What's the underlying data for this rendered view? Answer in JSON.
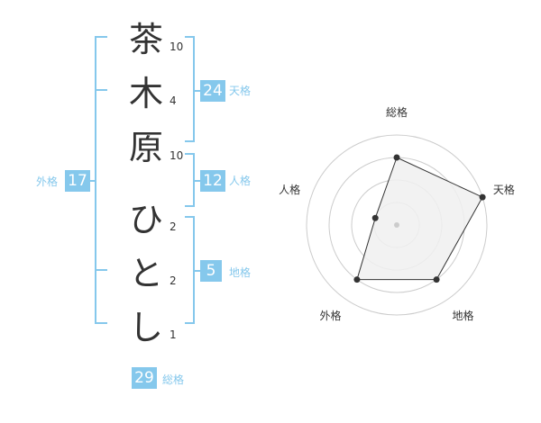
{
  "name": {
    "characters": [
      {
        "char": "茶",
        "strokes": "10"
      },
      {
        "char": "木",
        "strokes": "4"
      },
      {
        "char": "原",
        "strokes": "10"
      },
      {
        "char": "ひ",
        "strokes": "2"
      },
      {
        "char": "と",
        "strokes": "2"
      },
      {
        "char": "し",
        "strokes": "1"
      }
    ]
  },
  "fortune": {
    "tenkaku": {
      "value": "24",
      "label": "天格"
    },
    "jinkaku": {
      "value": "12",
      "label": "人格"
    },
    "chikaku": {
      "value": "5",
      "label": "地格"
    },
    "gaikaku": {
      "value": "17",
      "label": "外格"
    },
    "soukaku": {
      "value": "29",
      "label": "総格"
    }
  },
  "radar": {
    "axes": [
      "総格",
      "天格",
      "地格",
      "外格",
      "人格"
    ],
    "rings": 4,
    "values": [
      0.75,
      1.0,
      0.75,
      0.75,
      0.25
    ],
    "colors": {
      "ring": "#cccccc",
      "fill": "#f0f0f0",
      "stroke": "#333333",
      "center": "#cccccc"
    }
  },
  "colors": {
    "accent": "#85c8ec",
    "text": "#333333"
  }
}
